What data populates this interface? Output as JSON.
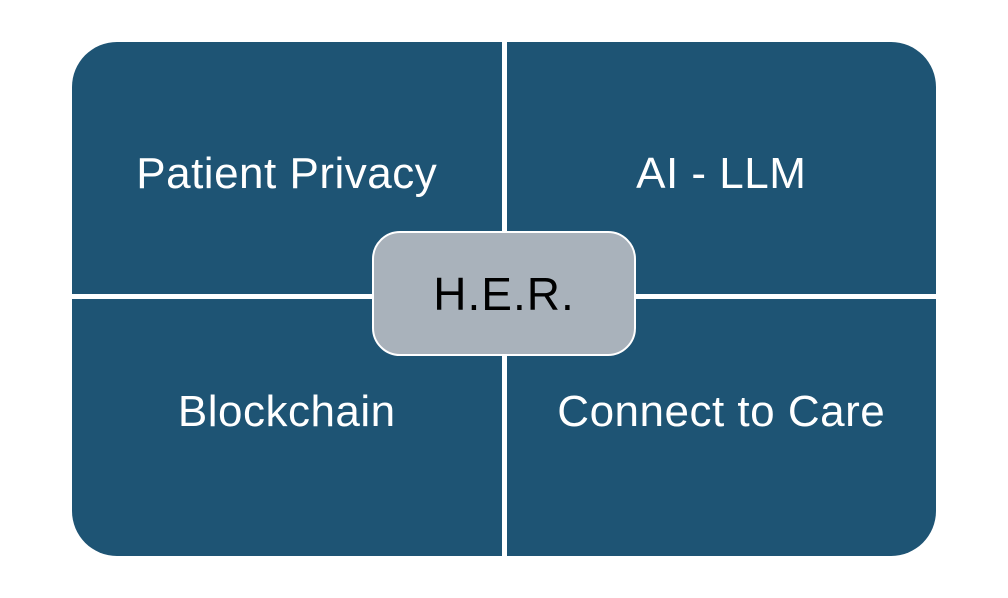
{
  "diagram": {
    "title": "H.E.R. quadrant diagram",
    "center": {
      "label": "H.E.R."
    },
    "quadrants": [
      {
        "id": "patient-privacy",
        "position": "top-left",
        "label": "Patient Privacy"
      },
      {
        "id": "ai-llm",
        "position": "top-right",
        "label": "AI - LLM"
      },
      {
        "id": "blockchain",
        "position": "bottom-left",
        "label": "Blockchain"
      },
      {
        "id": "connect-to-care",
        "position": "bottom-right",
        "label": "Connect to Care"
      }
    ],
    "colors": {
      "background": "#ffffff",
      "quadrant": "#1e5474",
      "divider": "#ffffff",
      "label_text": "#ffffff",
      "center_fill": "#a9b2bb",
      "center_border": "#ffffff",
      "center_text": "#000000"
    }
  }
}
